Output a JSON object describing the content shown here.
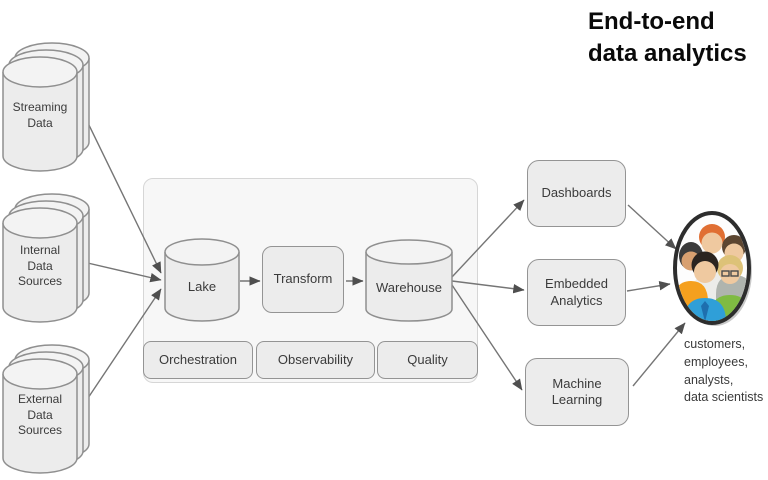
{
  "title": "End-to-end\ndata analytics",
  "sources": [
    {
      "label": "Streaming\nData"
    },
    {
      "label": "Internal\nData\nSources"
    },
    {
      "label": "External\nData\nSources"
    }
  ],
  "platform": {
    "lake_label": "Lake",
    "transform_label": "Transform",
    "warehouse_label": "Warehouse",
    "foundations": [
      {
        "label": "Orchestration"
      },
      {
        "label": "Observability"
      },
      {
        "label": "Quality"
      }
    ]
  },
  "outputs": [
    {
      "label": "Dashboards"
    },
    {
      "label": "Embedded\nAnalytics"
    },
    {
      "label": "Machine\nLearning"
    }
  ],
  "consumers": {
    "caption": "customers,\nemployees,\nanalysts,\ndata scientists",
    "image": "people-avatar-group"
  },
  "colors": {
    "node_fill": "#ececec",
    "node_border": "#949494",
    "container_fill": "#f7f7f7",
    "container_border": "#d6d6d6",
    "arrow": "#757575",
    "title_text": "#0a0a0a",
    "label_text": "#3b3b3b",
    "avatar_orange": "#f5a01e",
    "avatar_blue": "#2f9fd8",
    "avatar_green": "#7fbb42"
  }
}
